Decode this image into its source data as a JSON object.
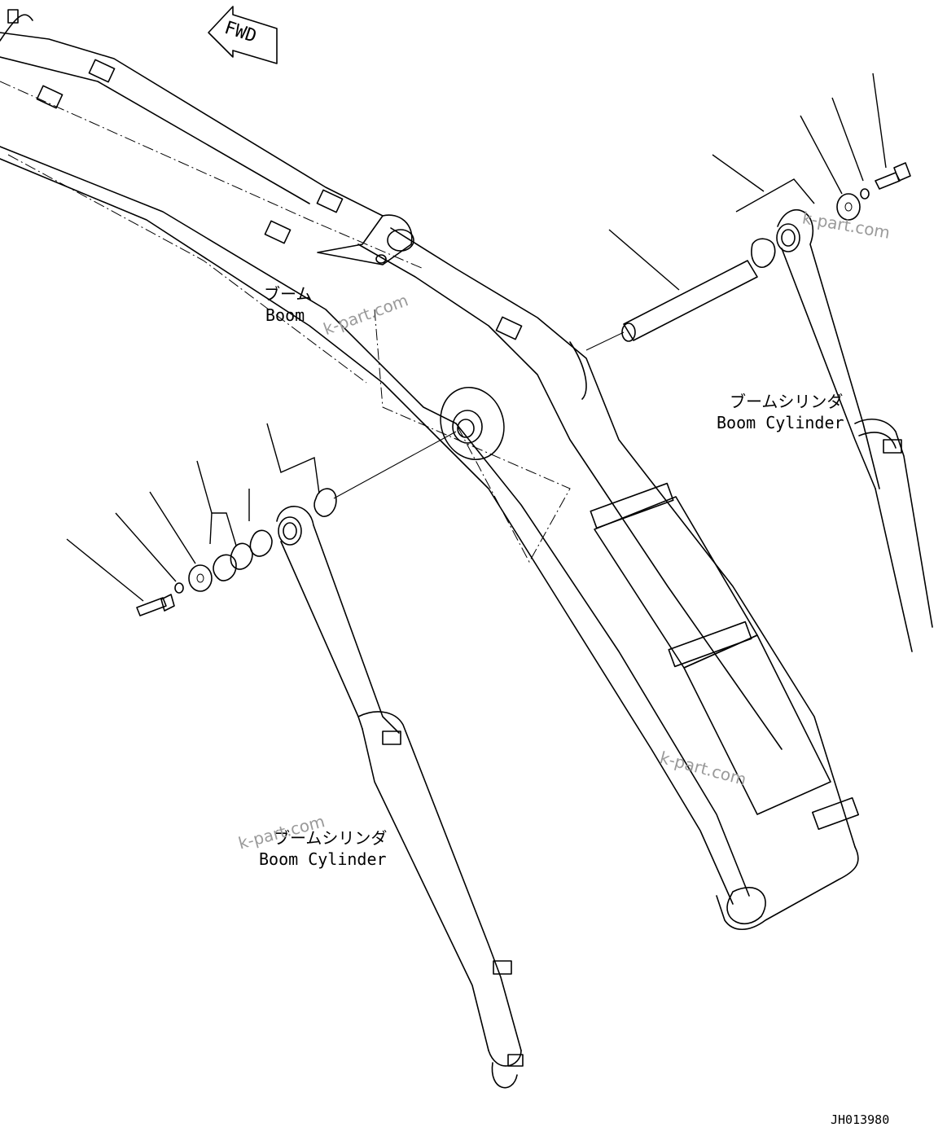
{
  "direction_marker": {
    "label": "FWD"
  },
  "labels": {
    "boom": {
      "jp": "ブーム",
      "en": "Boom"
    },
    "boom_cylinder_right": {
      "jp": "ブームシリンダ",
      "en": "Boom Cylinder"
    },
    "boom_cylinder_left": {
      "jp": "ブームシリンダ",
      "en": "Boom Cylinder"
    }
  },
  "watermarks": [
    "k-part.com",
    "k-part.com",
    "k-part.com",
    "k-part.com"
  ],
  "drawing_id": "JH013980",
  "colors": {
    "line": "#000000",
    "background": "#ffffff",
    "watermark": "#9a9a9a"
  }
}
